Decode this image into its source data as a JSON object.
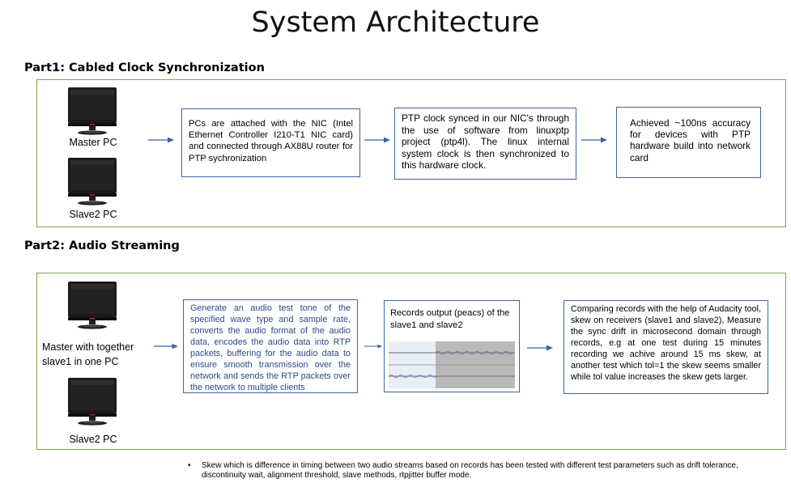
{
  "title": "System Architecture",
  "colors": {
    "section_border": "#7aa24a",
    "box_border": "#3b62a9",
    "arrow": "#3b62a9",
    "part2_text": "#2b4a86"
  },
  "part1": {
    "heading": "Part1: Cabled Clock Synchronization",
    "master_label": "Master PC",
    "slave_label": "Slave2 PC",
    "box1": "PCs are attached with the NIC (Intel Ethernet Controller I210-T1 NIC card) and connected through AX88U router for PTP sychronization",
    "box2": "PTP clock synced in our NIC's through the use of software from linuxptp project (ptp4l). The linux internal system clock is then synchronized to this hardware clock.",
    "box3": "Achieved ~100ns accuracy for devices with PTP hardware build into network card"
  },
  "part2": {
    "heading": "Part2: Audio Streaming",
    "master_label": "Master with together slave1 in one PC",
    "slave_label": "Slave2 PC",
    "box1": "Generate an audio test tone of the specified wave type and sample rate, converts the audio format of the audio data, encodes the audio data into RTP packets, buffering for the audio data to ensure smooth transmission over the network and sends the RTP packets over the network to multiple clients",
    "box2_title": "Records output (peacs) of the slave1 and slave2",
    "box3": "Comparing records with the help of Audacity tool, skew on receivers (slave1 and slave2), Measure the sync drift in microsecond domain through records, e.g at one test during 15 minutes recording we achive around 15 ms skew, at another test which tol=1 the skew seems smaller while tol value increases the skew gets larger."
  },
  "note": {
    "bullet": "•",
    "text": "Skew which is difference in timing between two audio streams based on records has been tested with different test parameters such as drift tolerance, discontinuity wait, alignment threshold, slave methods, rtpjitter buffer mode."
  },
  "icons": [
    "computer-monitor-icon",
    "right-arrow-icon"
  ]
}
